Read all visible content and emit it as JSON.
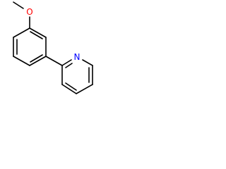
{
  "molecule": {
    "atoms": [
      {
        "id": "O",
        "label": "O",
        "color": "#ff0000"
      },
      {
        "id": "N",
        "label": "N",
        "color": "#0000ff"
      }
    ]
  }
}
